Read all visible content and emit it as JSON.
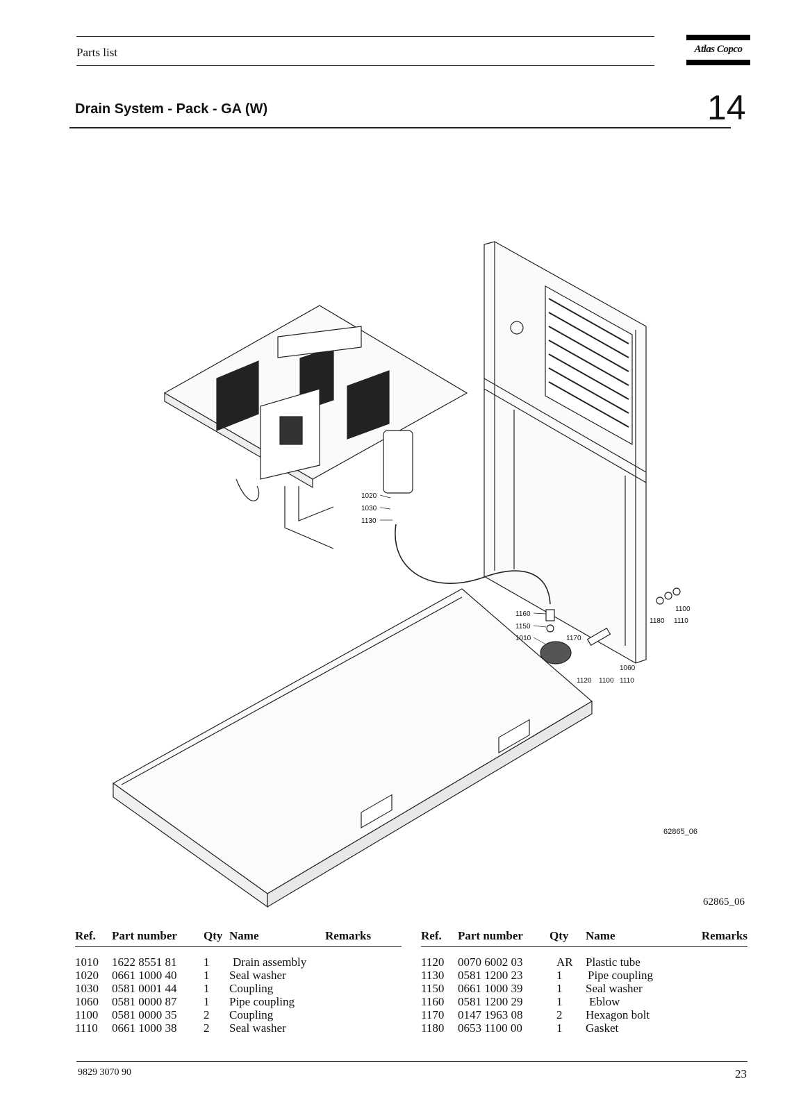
{
  "header": {
    "label": "Parts list",
    "brand": "Atlas Copco"
  },
  "section": {
    "title": "Drain System - Pack - GA (W)",
    "number": "14"
  },
  "figure": {
    "code_inner": "62865_06",
    "code": "62865_06",
    "callouts": [
      "1020",
      "1030",
      "1130",
      "1160",
      "1150",
      "1010",
      "1170",
      "1060",
      "1110",
      "1120",
      "1100",
      "1180",
      "1100",
      "1110"
    ]
  },
  "table": {
    "headers": {
      "ref": "Ref.",
      "part_number": "Part number",
      "qty": "Qty",
      "name": "Name",
      "remarks": "Remarks"
    },
    "left_rows": [
      {
        "ref": "1010",
        "part": "1622 8551 81",
        "qty": "1",
        "name": "Drain assembly",
        "remarks": ""
      },
      {
        "ref": "1020",
        "part": "0661 1000 40",
        "qty": "1",
        "name": "Seal washer",
        "remarks": ""
      },
      {
        "ref": "1030",
        "part": "0581 0001 44",
        "qty": "1",
        "name": "Coupling",
        "remarks": ""
      },
      {
        "ref": "1060",
        "part": "0581 0000 87",
        "qty": "1",
        "name": "Pipe coupling",
        "remarks": ""
      },
      {
        "ref": "1100",
        "part": "0581 0000 35",
        "qty": "2",
        "name": "Coupling",
        "remarks": ""
      },
      {
        "ref": "1110",
        "part": "0661 1000 38",
        "qty": "2",
        "name": "Seal washer",
        "remarks": ""
      }
    ],
    "right_rows": [
      {
        "ref": "1120",
        "part": "0070 6002 03",
        "qty": "AR",
        "name": "Plastic tube",
        "remarks": ""
      },
      {
        "ref": "1130",
        "part": "0581 1200 23",
        "qty": "1",
        "name": "Pipe coupling",
        "remarks": ""
      },
      {
        "ref": "1150",
        "part": "0661 1000 39",
        "qty": "1",
        "name": "Seal washer",
        "remarks": ""
      },
      {
        "ref": "1160",
        "part": "0581 1200 29",
        "qty": "1",
        "name": "Eblow",
        "remarks": ""
      },
      {
        "ref": "1170",
        "part": "0147 1963 08",
        "qty": "2",
        "name": "Hexagon bolt",
        "remarks": ""
      },
      {
        "ref": "1180",
        "part": "0653 1100 00",
        "qty": "1",
        "name": "Gasket",
        "remarks": ""
      }
    ]
  },
  "footer": {
    "doc_number": "9829 3070 90",
    "page_number": "23"
  }
}
